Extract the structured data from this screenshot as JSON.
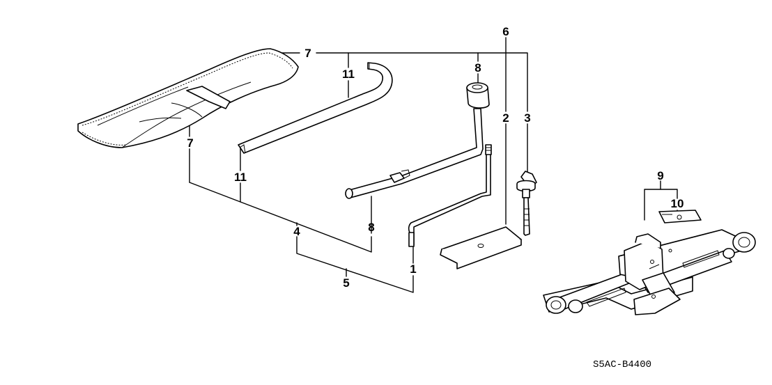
{
  "callouts": {
    "c1": "1",
    "c2": "2",
    "c3": "3",
    "c4": "4",
    "c5": "5",
    "c6": "6",
    "c7_top": "7",
    "c7_left": "7",
    "c8_top": "8",
    "c8_bottom": "8",
    "c9": "9",
    "c10": "10",
    "c11_top": "11",
    "c11_left": "11"
  },
  "diagram_code": "S5AC-B4400"
}
